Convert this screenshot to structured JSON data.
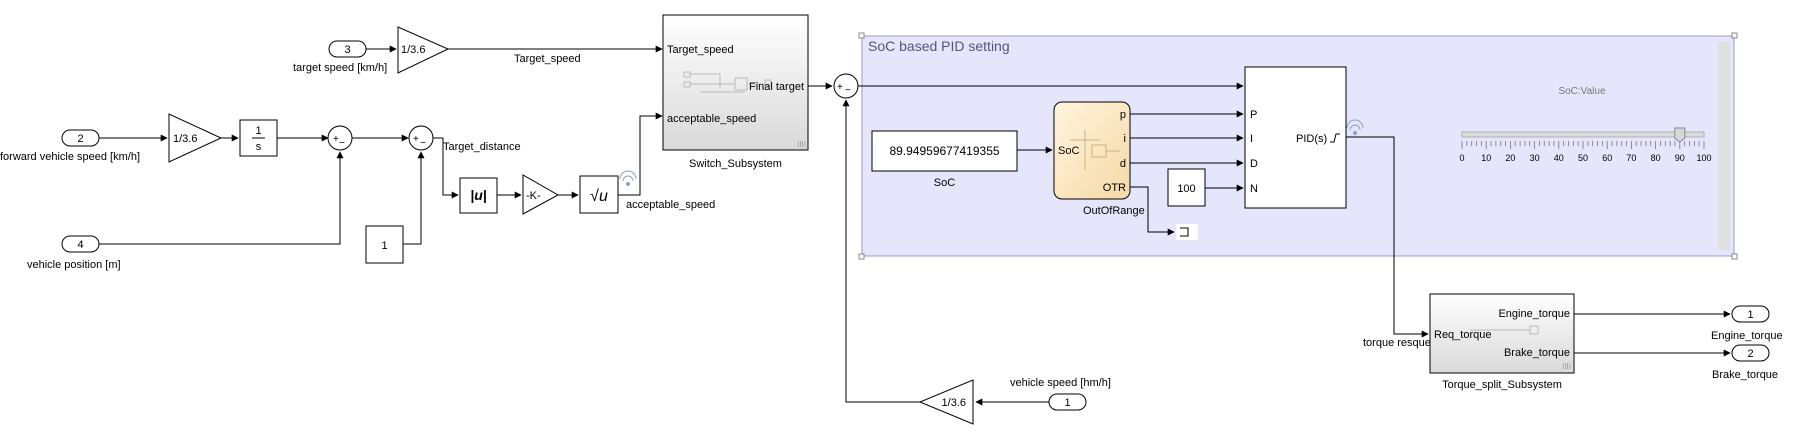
{
  "inports": {
    "target_speed": {
      "port": "3",
      "label": "target speed [km/h]"
    },
    "forward_speed": {
      "port": "2",
      "label": "forward vehicle speed [km/h]"
    },
    "vehicle_position": {
      "port": "4",
      "label": "vehicle position [m]"
    },
    "vehicle_speed": {
      "port": "1",
      "label": "vehicle speed [hm/h]"
    }
  },
  "outports": {
    "engine": {
      "port": "1",
      "label": "Engine_torque"
    },
    "brake": {
      "port": "2",
      "label": "Brake_torque"
    }
  },
  "gains": {
    "target": "1/3.6",
    "forward": "1/3.6",
    "vehicle": "1/3.6",
    "k": "-K-"
  },
  "integrator": {
    "num": "1",
    "den": "s"
  },
  "abs_block": "|u|",
  "sqrt_block": "√u",
  "constant_1": "1",
  "constant_100": "100",
  "sum_signs": {
    "a": "+",
    "b": "−"
  },
  "signals": {
    "target_speed": "Target_speed",
    "target_distance": "Target_distance",
    "acceptable_speed": "acceptable_speed",
    "torque_request": "torque resquest"
  },
  "switch_subsystem": {
    "name": "Switch_Subsystem",
    "in1": "Target_speed",
    "in2": "acceptable_speed",
    "out": "Final target"
  },
  "soc_area": {
    "title": "SoC based PID setting"
  },
  "soc_display": {
    "value": "89.94959677419355",
    "name": "SoC"
  },
  "out_of_range": {
    "name": "OutOfRange",
    "in": "SoC",
    "outs": [
      "p",
      "i",
      "d",
      "OTR"
    ]
  },
  "pid": {
    "name": "PID(s)",
    "ports": [
      "P",
      "I",
      "D",
      "N"
    ]
  },
  "slider": {
    "title": "SoC:Value",
    "ticks": [
      "0",
      "10",
      "20",
      "30",
      "40",
      "50",
      "60",
      "70",
      "80",
      "90",
      "100"
    ],
    "value": 90
  },
  "torque_split": {
    "name": "Torque_split_Subsystem",
    "in": "Req_torque",
    "out1": "Engine_torque",
    "out2": "Brake_torque"
  }
}
